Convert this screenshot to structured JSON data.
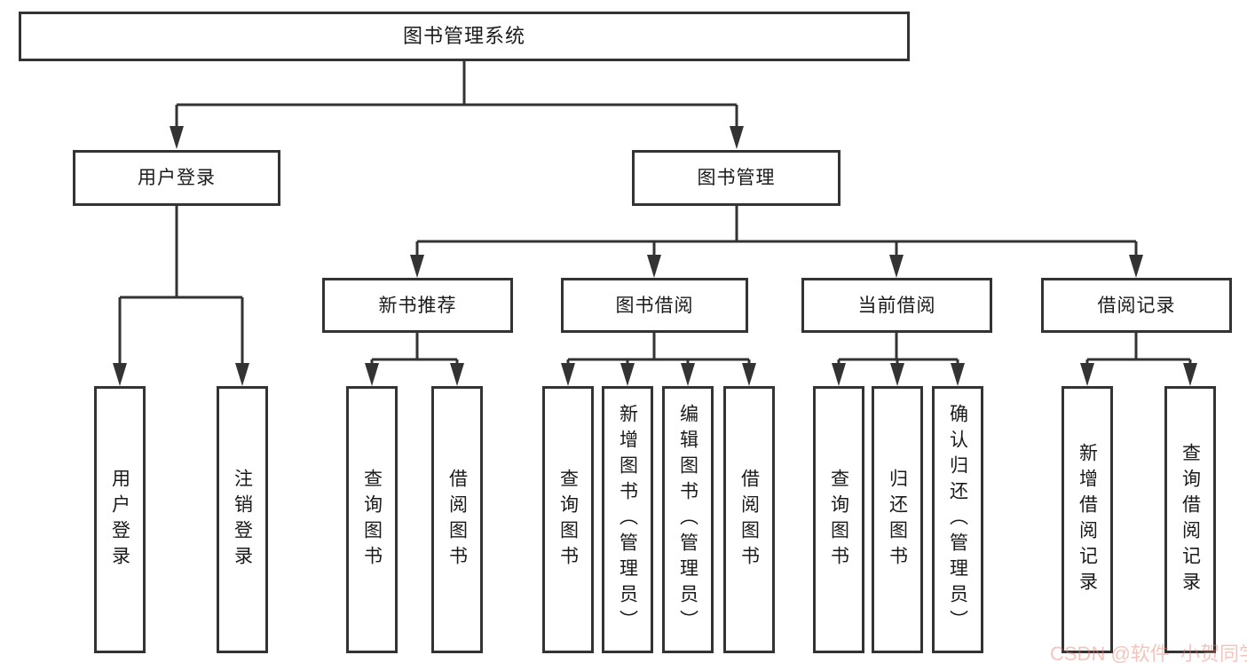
{
  "root": {
    "label": "图书管理系统"
  },
  "login": {
    "label": "用户登录",
    "children": [
      {
        "label": "用户登录"
      },
      {
        "label": "注销登录"
      }
    ]
  },
  "management": {
    "label": "图书管理",
    "groups": [
      {
        "label": "新书推荐",
        "children": [
          {
            "label": "查询图书"
          },
          {
            "label": "借阅图书"
          }
        ]
      },
      {
        "label": "图书借阅",
        "children": [
          {
            "label": "查询图书"
          },
          {
            "label": "新增图书（管理员）"
          },
          {
            "label": "编辑图书（管理员）"
          },
          {
            "label": "借阅图书"
          }
        ]
      },
      {
        "label": "当前借阅",
        "children": [
          {
            "label": "查询图书"
          },
          {
            "label": "归还图书"
          },
          {
            "label": "确认归还（管理员）"
          }
        ]
      },
      {
        "label": "借阅记录",
        "children": [
          {
            "label": "新增借阅记录"
          },
          {
            "label": "查询借阅记录"
          }
        ]
      }
    ]
  },
  "watermark": {
    "text": "CSDN @软件_小贺同学"
  },
  "colors": {
    "line": "#333333",
    "box_border": "#333333",
    "text": "#1a1a1a",
    "background": "#ffffff",
    "watermark": "#eb7d6c"
  }
}
